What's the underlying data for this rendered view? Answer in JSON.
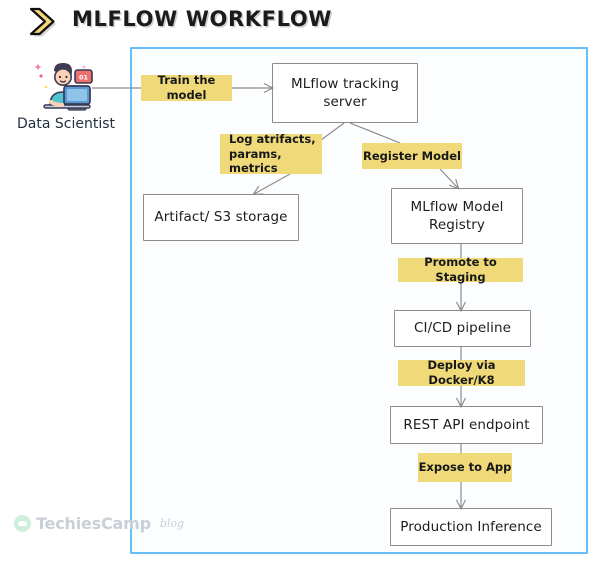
{
  "header": {
    "title": "MLFLOW WORKFLOW",
    "logo_icon": "chevron-right-icon",
    "logo_color": "#f2d778"
  },
  "theme": {
    "frame_border_color": "#65befa",
    "label_fill": "#f0d978",
    "node_border": "#8c8c8c",
    "node_fill": "#ffffff",
    "canvas": "#fcfdff",
    "text_color": "#1d1d1d"
  },
  "actor": {
    "icon": "data-scientist-icon",
    "label": "Data Scientist"
  },
  "nodes": [
    {
      "id": "tracking-server",
      "label": "MLflow tracking\nserver",
      "line1": "MLflow tracking",
      "line2": "server"
    },
    {
      "id": "artifact-storage",
      "label": "Artifact/ S3 storage",
      "line1": "Artifact/ S3 storage",
      "line2": ""
    },
    {
      "id": "model-registry",
      "label": "MLflow Model\nRegistry",
      "line1": "MLflow Model",
      "line2": "Registry"
    },
    {
      "id": "cicd-pipeline",
      "label": "CI/CD pipeline",
      "line1": "CI/CD pipeline",
      "line2": ""
    },
    {
      "id": "rest-api-endpoint",
      "label": "REST API endpoint",
      "line1": "REST API endpoint",
      "line2": ""
    },
    {
      "id": "production-inference",
      "label": "Production Inference",
      "line1": "Production Inference",
      "line2": ""
    }
  ],
  "edge_labels": [
    {
      "id": "train-the-model",
      "text": "Train the model"
    },
    {
      "id": "log-artifacts",
      "line1": "Log atrifacts,",
      "line2": "params, metrics"
    },
    {
      "id": "register-model",
      "text": "Register Model"
    },
    {
      "id": "promote-to-staging",
      "text": "Promote to Staging"
    },
    {
      "id": "deploy-via-docker",
      "text": "Deploy via Docker/K8"
    },
    {
      "id": "expose-to-app",
      "text": "Expose to App"
    }
  ],
  "watermark": {
    "brand": "TechiesCamp",
    "suffix": "blog",
    "icon": "techiescamp-logo-icon"
  }
}
